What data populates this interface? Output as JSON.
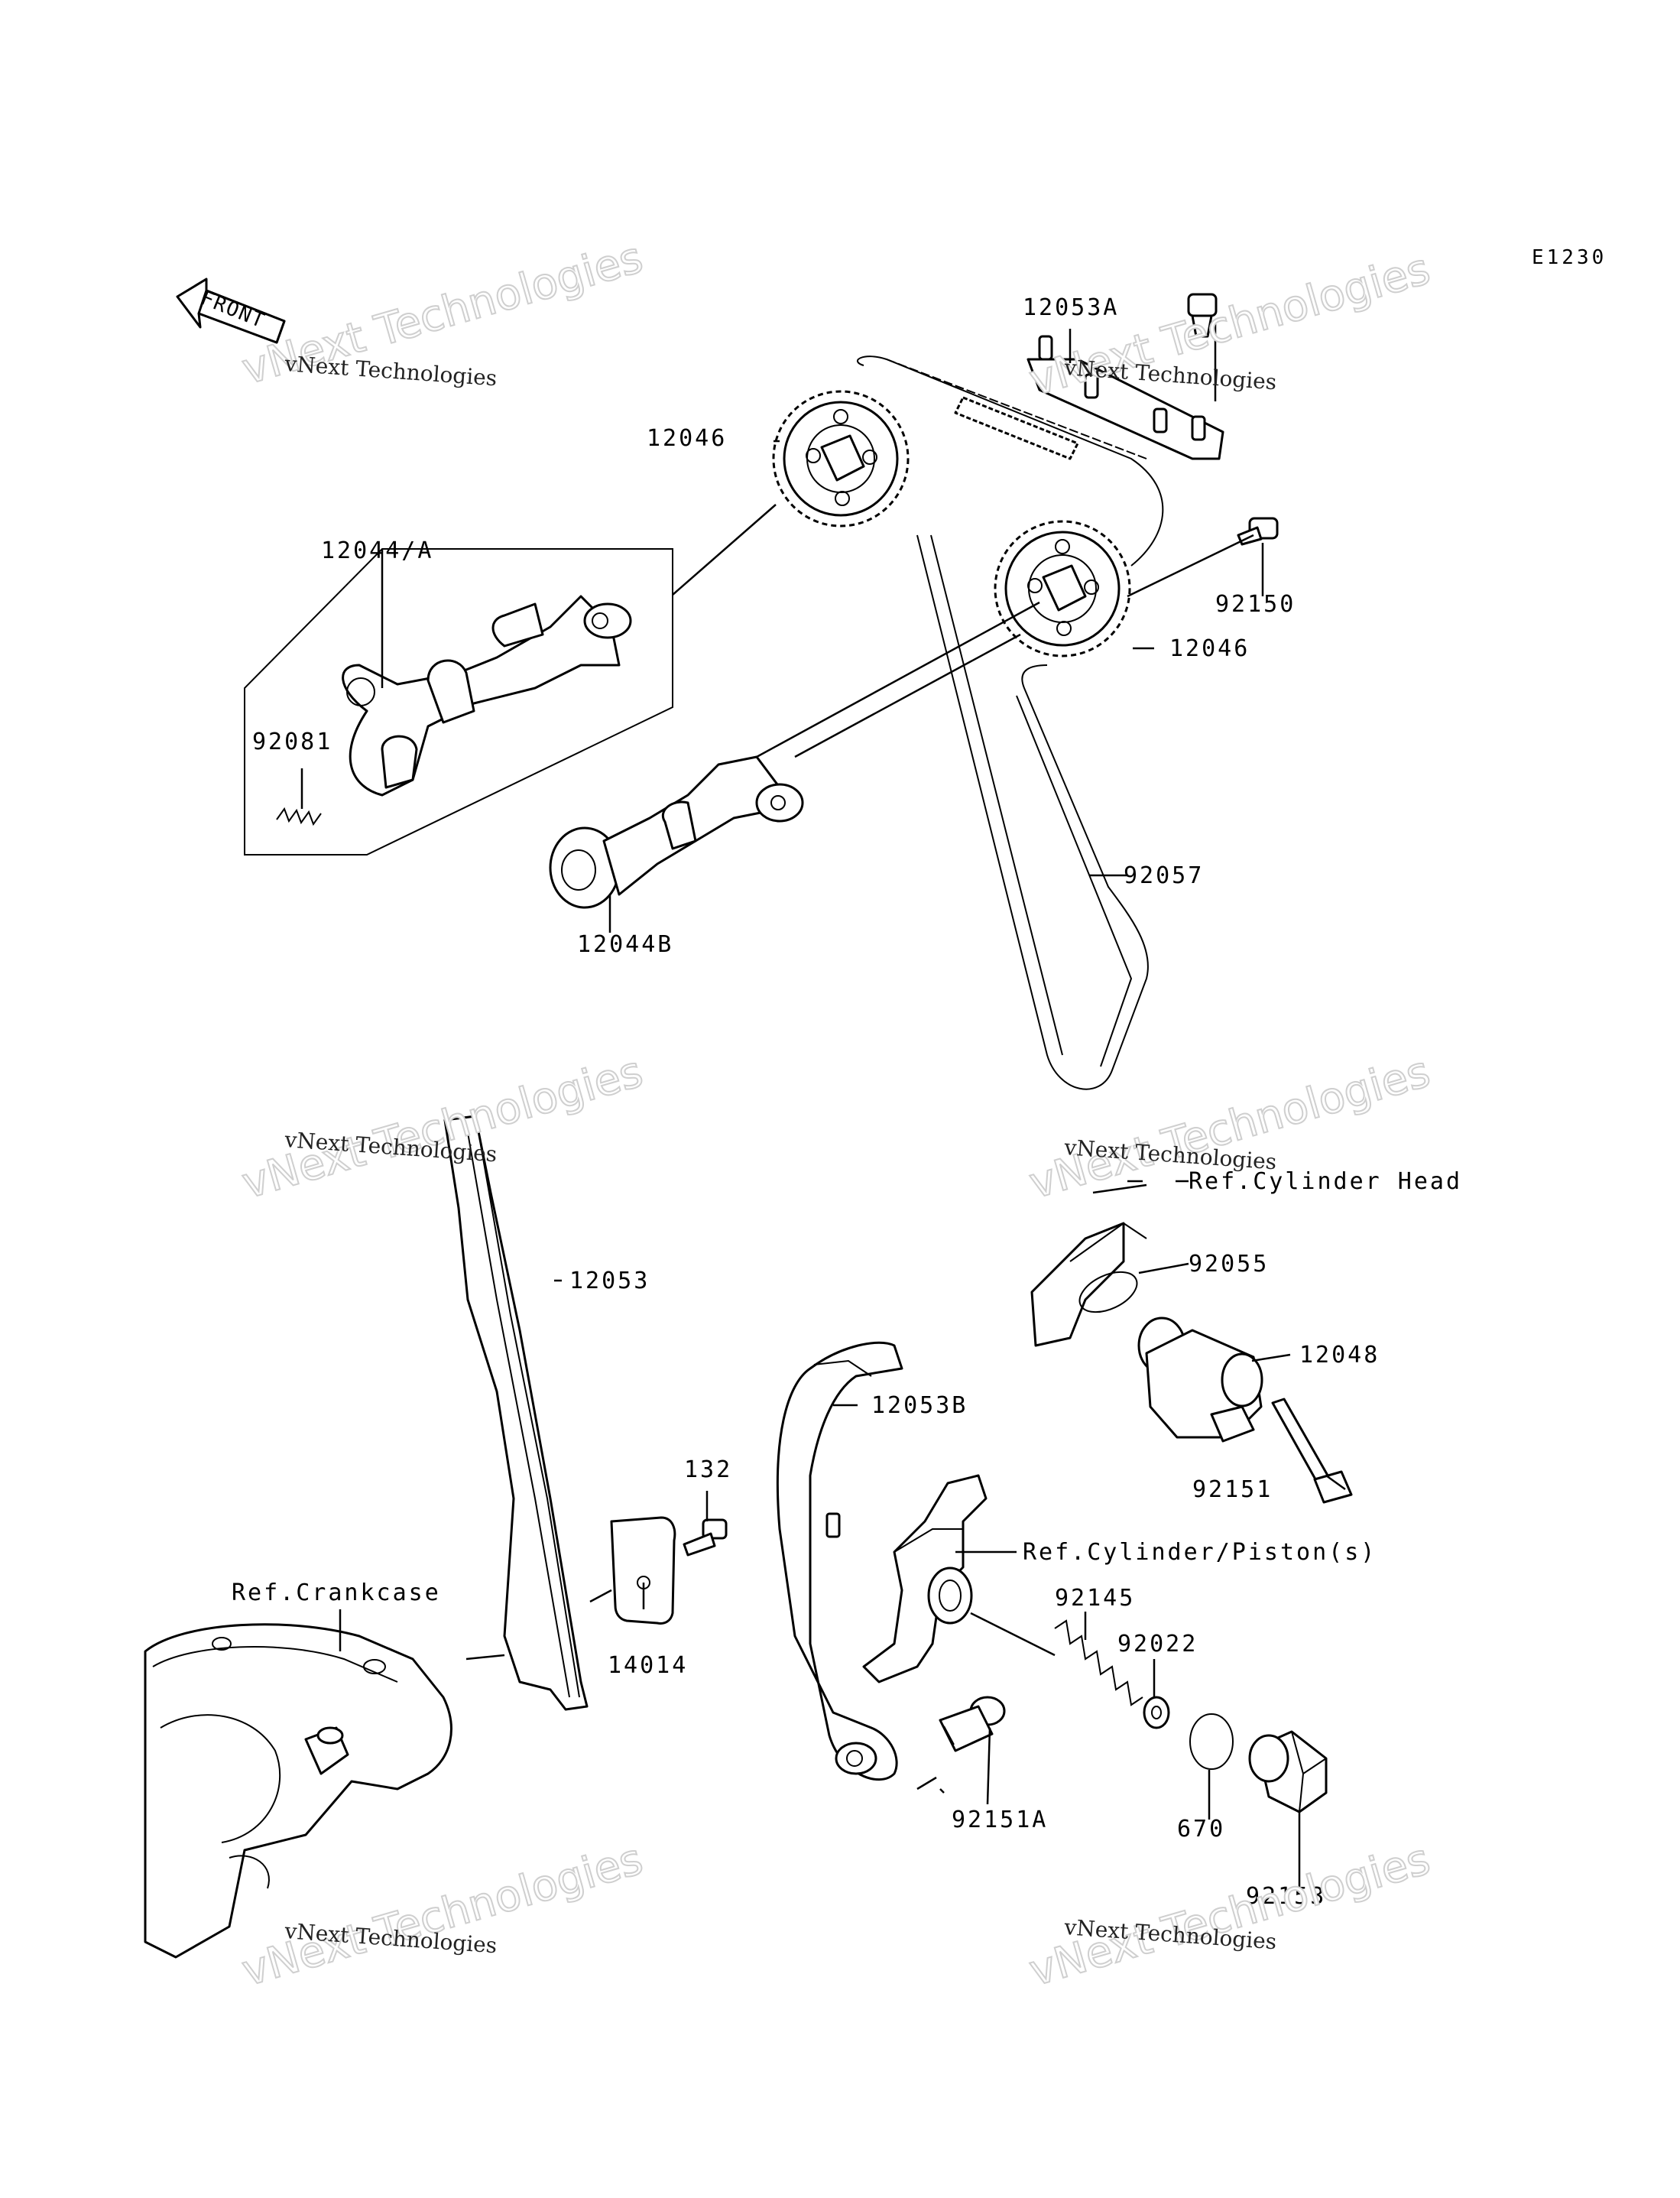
{
  "diagram_code": "E1230",
  "front_label": "FRONT",
  "watermark": {
    "brand": "vNext Technologies"
  },
  "labels": {
    "p12053A": "12053A",
    "p12046_top": "12046",
    "p12044A": "12044/A",
    "p92150": "92150",
    "p12046_right": "12046",
    "p92081": "92081",
    "p92057": "92057",
    "p12044B": "12044B",
    "p12053": "12053",
    "ref_cyl_head": "Ref.Cylinder Head",
    "p92055": "92055",
    "p12048": "12048",
    "p12053B": "12053B",
    "p132": "132",
    "p92151": "92151",
    "ref_cyl_piston": "Ref.Cylinder/Piston(s)",
    "ref_crankcase": "Ref.Crankcase",
    "p92145": "92145",
    "p92022": "92022",
    "p14014": "14014",
    "p92151A": "92151A",
    "p670": "670",
    "p92153": "92153"
  }
}
